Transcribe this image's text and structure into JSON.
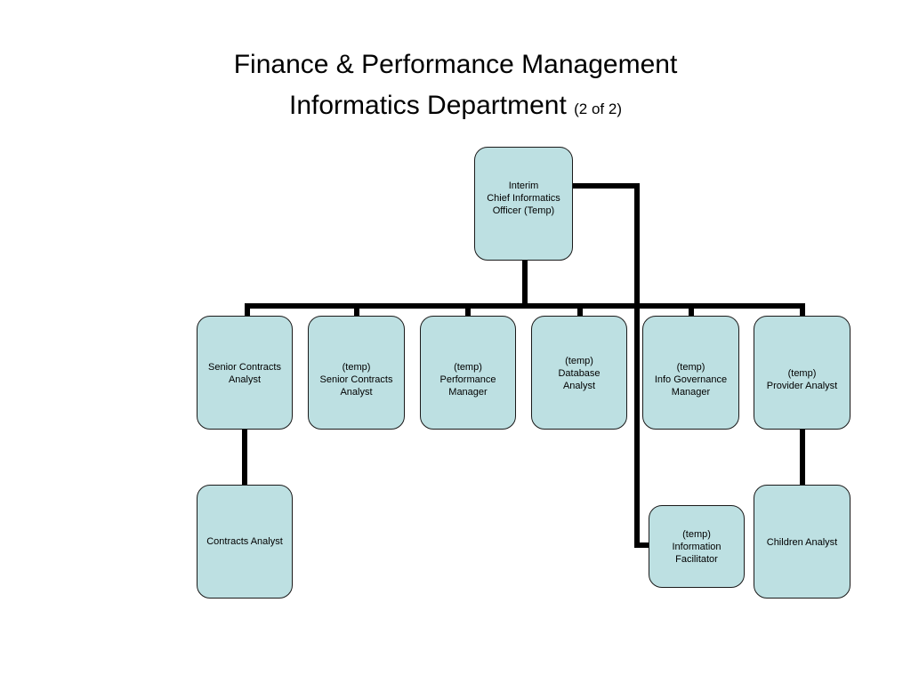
{
  "title": {
    "line1": "Finance & Performance Management",
    "line2": "Informatics Department",
    "suffix": "(2 of 2)"
  },
  "colors": {
    "box_fill": "#bde0e2",
    "box_border": "#1a1a1a",
    "connector": "#000000"
  },
  "org_chart": {
    "root": {
      "label": "Interim\nChief Informatics\nOfficer (Temp)"
    },
    "level2": [
      {
        "label": "Senior Contracts\nAnalyst"
      },
      {
        "label": "(temp)\nSenior Contracts\nAnalyst"
      },
      {
        "label": "(temp)\nPerformance\nManager"
      },
      {
        "label": "(temp)\nDatabase\nAnalyst"
      },
      {
        "label": "(temp)\nInfo Governance\nManager"
      },
      {
        "label": "(temp)\nProvider Analyst"
      }
    ],
    "level3": [
      {
        "label": "Contracts Analyst",
        "reports_to": "Senior Contracts\nAnalyst"
      },
      {
        "label": "(temp)\nInformation\nFacilitator",
        "reports_to": "Interim\nChief Informatics\nOfficer (Temp)"
      },
      {
        "label": "Children Analyst",
        "reports_to": "(temp)\nProvider Analyst"
      }
    ]
  }
}
